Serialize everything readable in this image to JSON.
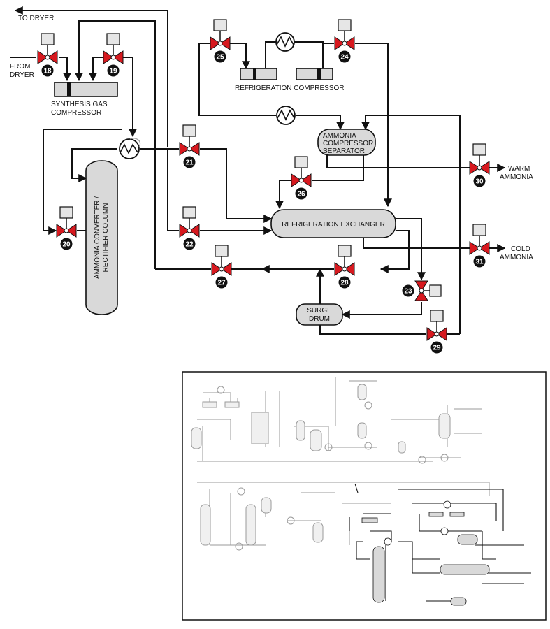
{
  "diagram": {
    "labels": {
      "to_dryer": "TO DRYER",
      "from_dryer_1": "FROM",
      "from_dryer_2": "DRYER",
      "synthesis_1": "SYNTHESIS GAS",
      "synthesis_2": "COMPRESSOR",
      "refrigeration_compressor": "REFRIGERATION COMPRESSOR",
      "separator_1": "AMMONIA",
      "separator_2": "COMPRESSOR",
      "separator_3": "SEPARATOR",
      "exchanger": "REFRIGERATION EXCHANGER",
      "converter_1": "AMMONIA CONVERTER /",
      "converter_2": "RECTIFIER COLUMN",
      "surge_1": "SURGE",
      "surge_2": "DRUM",
      "warm_1": "WARM",
      "warm_2": "AMMONIA",
      "cold_1": "COLD",
      "cold_2": "AMMONIA"
    },
    "valves": [
      {
        "id": "18",
        "name": "valve-18"
      },
      {
        "id": "19",
        "name": "valve-19"
      },
      {
        "id": "20",
        "name": "valve-20"
      },
      {
        "id": "21",
        "name": "valve-21"
      },
      {
        "id": "22",
        "name": "valve-22"
      },
      {
        "id": "23",
        "name": "valve-23"
      },
      {
        "id": "24",
        "name": "valve-24"
      },
      {
        "id": "25",
        "name": "valve-25"
      },
      {
        "id": "26",
        "name": "valve-26"
      },
      {
        "id": "27",
        "name": "valve-27"
      },
      {
        "id": "28",
        "name": "valve-28"
      },
      {
        "id": "29",
        "name": "valve-29"
      },
      {
        "id": "30",
        "name": "valve-30"
      },
      {
        "id": "31",
        "name": "valve-31"
      }
    ],
    "icons": {
      "heat_exchanger": "heat-exchanger-icon",
      "control_valve": "control-valve-icon",
      "flow_arrow": "arrow-icon"
    },
    "colors": {
      "valve": "#d7191f",
      "line": "#111111",
      "vessel_fill": "#d9d9d9",
      "overview_line": "#9a9a9a"
    }
  }
}
